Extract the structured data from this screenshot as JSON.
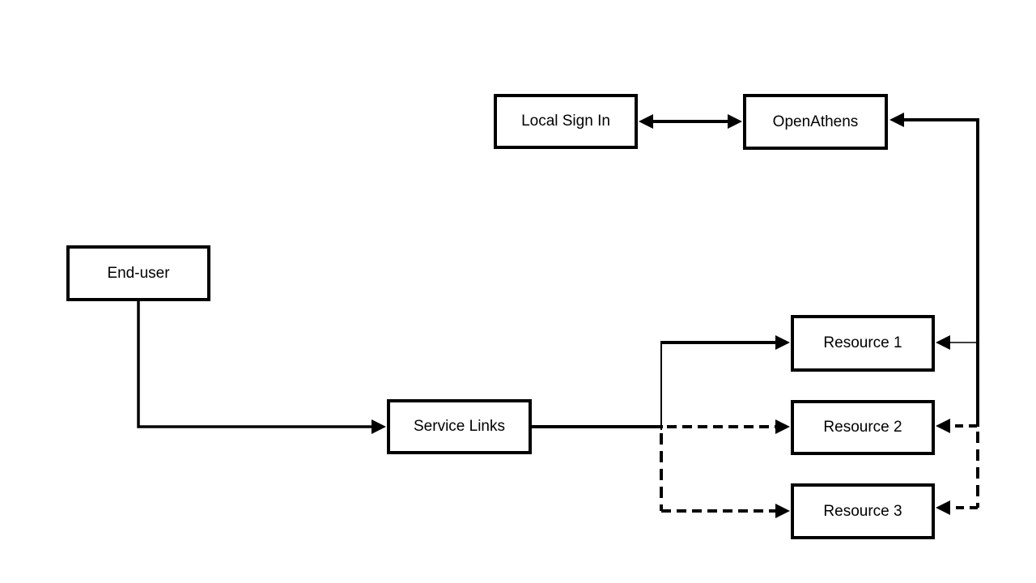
{
  "diagram": {
    "background_color": "#ffffff",
    "line_color": "#000000",
    "box_fill": "#ffffff",
    "box_border_color": "#000000",
    "text_color": "#000000"
  },
  "nodes": {
    "local_sign_in": {
      "label": "Local Sign In"
    },
    "openathens": {
      "label": "OpenAthens"
    },
    "end_user": {
      "label": "End-user"
    },
    "service_links": {
      "label": "Service Links"
    },
    "resource_1": {
      "label": "Resource 1"
    },
    "resource_2": {
      "label": "Resource 2"
    },
    "resource_3": {
      "label": "Resource 3"
    }
  },
  "edges": [
    {
      "id": "local-signin-openathens",
      "from": "local_sign_in",
      "to": "openathens",
      "style": "solid",
      "arrows": "both"
    },
    {
      "id": "rail-into-openathens",
      "from": "resource-rail",
      "to": "openathens",
      "style": "solid",
      "arrows": "to"
    },
    {
      "id": "enduser-servicelinks",
      "from": "end_user",
      "to": "service_links",
      "style": "solid",
      "arrows": "to"
    },
    {
      "id": "servicelinks-resource1",
      "from": "service_links",
      "to": "resource_1",
      "style": "solid",
      "arrows": "to"
    },
    {
      "id": "servicelinks-resource2",
      "from": "service_links",
      "to": "resource_2",
      "style": "dashed",
      "arrows": "to"
    },
    {
      "id": "servicelinks-resource3",
      "from": "service_links",
      "to": "resource_3",
      "style": "dashed",
      "arrows": "to"
    },
    {
      "id": "rail-into-resource1",
      "from": "resource-rail",
      "to": "resource_1",
      "style": "solid",
      "arrows": "to"
    },
    {
      "id": "rail-into-resource2",
      "from": "resource-rail",
      "to": "resource_2",
      "style": "dashed",
      "arrows": "to"
    },
    {
      "id": "rail-into-resource3",
      "from": "resource-rail",
      "to": "resource_3",
      "style": "dashed",
      "arrows": "to"
    }
  ]
}
